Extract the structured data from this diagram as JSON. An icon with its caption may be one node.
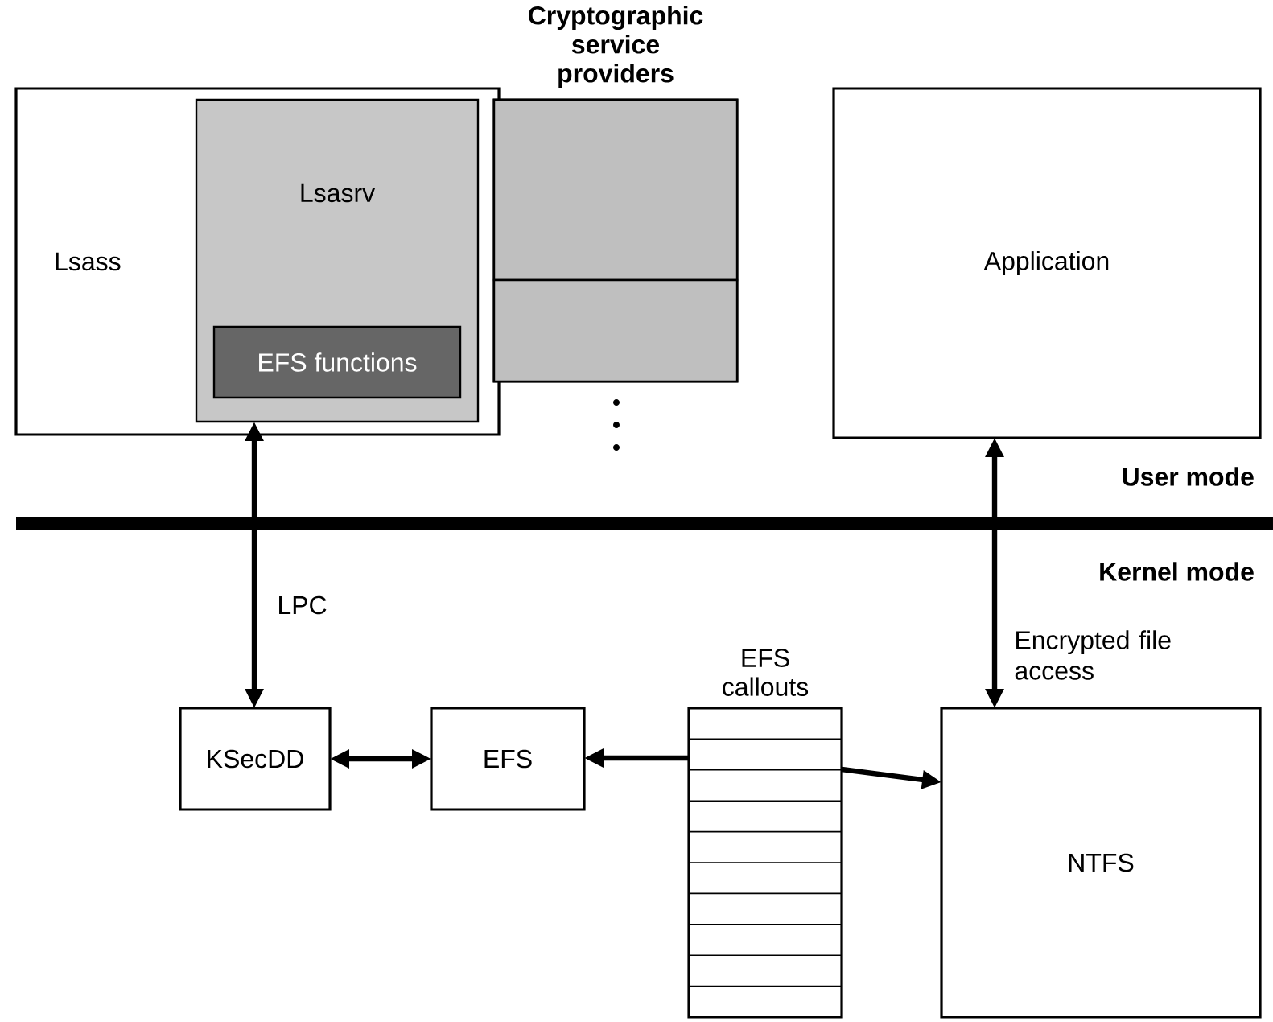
{
  "diagram": {
    "nodes": [
      {
        "text": [
          "Lsass"
        ]
      },
      {
        "text": [
          "Lsasrv"
        ],
        "in": 0
      },
      {
        "text": [
          "EFS functions"
        ],
        "in": 1
      },
      {
        "text": [
          "Cryptographic service providers"
        ]
      },
      {
        "text": [],
        "shape": "box",
        "in": 3
      },
      {
        "text": [],
        "shape": "box",
        "in": 3
      },
      {
        "text": [
          "Application"
        ]
      },
      {
        "text": [
          "KSecDD"
        ]
      },
      {
        "text": [
          "EFS"
        ]
      },
      {
        "text": [
          "EFS callouts"
        ]
      },
      {
        "text": [
          "NTFS"
        ]
      }
    ],
    "edges": [
      {
        "from": 1,
        "to": 7,
        "arrow": "both",
        "label": "LPC"
      },
      {
        "from": 7,
        "to": 8,
        "arrow": "both"
      },
      {
        "from": 9,
        "to": 8,
        "arrow": "to"
      },
      {
        "from": 9,
        "to": 10,
        "arrow": "to"
      },
      {
        "from": 6,
        "to": 10,
        "arrow": "both",
        "label": "Encrypted file access"
      }
    ],
    "labels": [
      "User mode",
      "Kernel mode"
    ]
  }
}
